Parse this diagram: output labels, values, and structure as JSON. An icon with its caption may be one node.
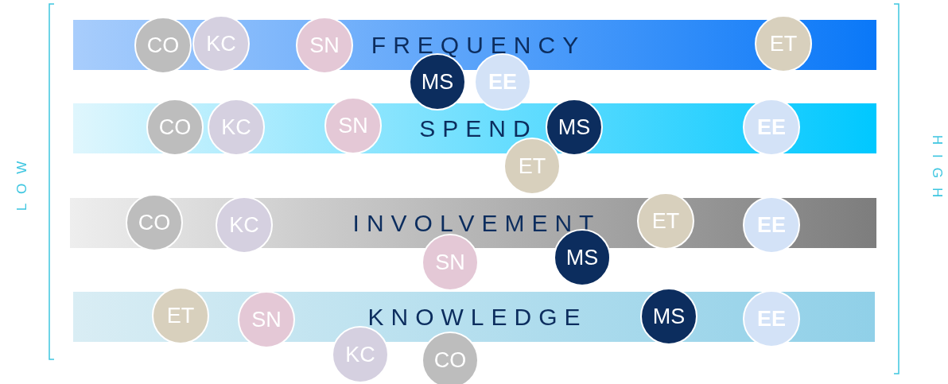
{
  "diagram": {
    "nodes": [
      {
        "text": [
          "FREQUENCY"
        ]
      },
      {
        "text": [
          "CO"
        ]
      },
      {
        "text": [
          "KC"
        ]
      },
      {
        "text": [
          "SN"
        ]
      },
      {
        "text": [
          "MS"
        ]
      },
      {
        "text": [
          "EE"
        ]
      },
      {
        "text": [
          "ET"
        ]
      },
      {
        "text": [
          "SPEND"
        ]
      },
      {
        "text": [
          "CO"
        ]
      },
      {
        "text": [
          "KC"
        ]
      },
      {
        "text": [
          "SN"
        ]
      },
      {
        "text": [
          "MS"
        ]
      },
      {
        "text": [
          "ET"
        ]
      },
      {
        "text": [
          "EE"
        ]
      },
      {
        "text": [
          "INVOLVEMENT"
        ]
      },
      {
        "text": [
          "CO"
        ]
      },
      {
        "text": [
          "KC"
        ]
      },
      {
        "text": [
          "ET"
        ]
      },
      {
        "text": [
          "EE"
        ]
      },
      {
        "text": [
          "SN"
        ]
      },
      {
        "text": [
          "MS"
        ]
      },
      {
        "text": [
          "KNOWLEDGE"
        ]
      },
      {
        "text": [
          "ET"
        ]
      },
      {
        "text": [
          "SN"
        ]
      },
      {
        "text": [
          "MS"
        ]
      },
      {
        "text": [
          "EE"
        ]
      },
      {
        "text": [
          "KC"
        ]
      },
      {
        "text": [
          "CO"
        ]
      }
    ],
    "labels": [
      "LOW",
      "HIGH"
    ]
  }
}
